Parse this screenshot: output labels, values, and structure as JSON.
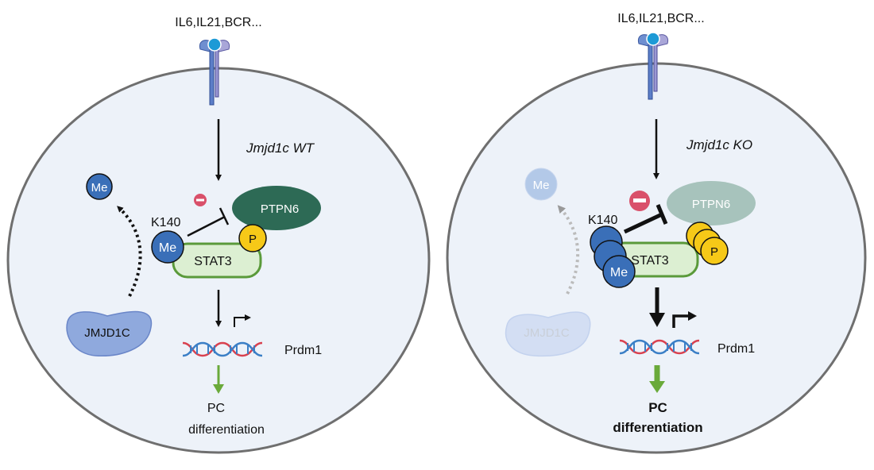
{
  "panels": [
    {
      "stimulus": "IL6,IL21,BCR...",
      "condition": "Jmjd1c WT",
      "methyl_label": "Me",
      "site_label": "K140",
      "phosphatase": "PTPN6",
      "phospho_label": "P",
      "stat": "STAT3",
      "demethylase": "JMJD1C",
      "gene": "Prdm1",
      "outcome_line1": "PC",
      "outcome_line2": "differentiation"
    },
    {
      "stimulus": "IL6,IL21,BCR...",
      "condition": "Jmjd1c KO",
      "methyl_label": "Me",
      "site_label": "K140",
      "phosphatase": "PTPN6",
      "phospho_label": "P",
      "stat": "STAT3",
      "demethylase": "JMJD1C",
      "gene": "Prdm1",
      "outcome_line1": "PC",
      "outcome_line2": "differentiation"
    }
  ],
  "colors": {
    "cell_fill": "#edf2f9",
    "cell_border": "#6f6f6f",
    "methyl": "#3a6fb8",
    "phospho": "#f6c918",
    "ptpn6": "#2d6a55",
    "ptpn6_faded": "#a7c3bc",
    "stat3_fill": "#dcefd2",
    "stat3_border": "#5a9a3a",
    "inhibit_badge": "#d9506a",
    "jmjd1c": "#8fa9dd",
    "green_arrow": "#6aaa3a"
  }
}
